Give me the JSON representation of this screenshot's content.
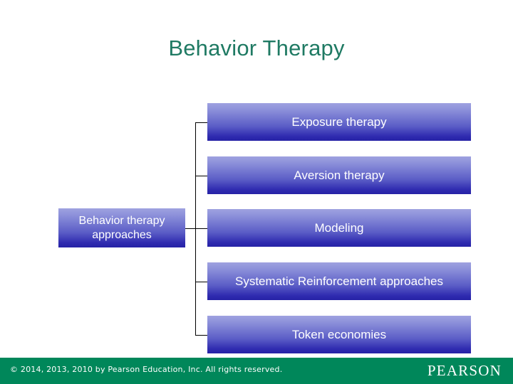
{
  "slide": {
    "title": "Behavior Therapy",
    "title_color": "#1F7A63"
  },
  "diagram": {
    "root": {
      "label": "Behavior therapy approaches"
    },
    "branches": [
      {
        "label": "Exposure therapy"
      },
      {
        "label": "Aversion therapy"
      },
      {
        "label": "Modeling"
      },
      {
        "label": "Systematic Reinforcement approaches"
      },
      {
        "label": "Token economies"
      }
    ],
    "node_gradient_top": "#9FA2E0",
    "node_gradient_bottom": "#2622A6",
    "connector_color": "#000000"
  },
  "footer": {
    "copyright": "© 2014, 2013, 2010 by Pearson Education, Inc. All rights reserved.",
    "brand": "PEARSON",
    "bar_color": "#00875A"
  }
}
